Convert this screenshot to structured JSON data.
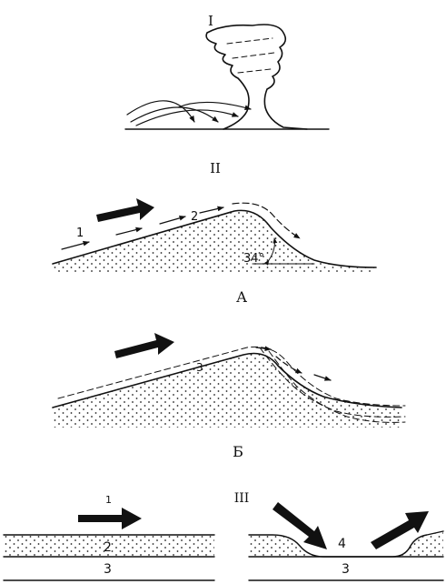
{
  "section_1": {
    "label": "I"
  },
  "section_2": {
    "label": "II",
    "label_1": "1",
    "label_2": "2",
    "angle": "34°",
    "caption_a": "А",
    "label_3": "3",
    "caption_b": "Б"
  },
  "section_3": {
    "label": "III",
    "label_1": "1",
    "label_2": "2",
    "label_3_left": "3",
    "label_4": "4",
    "label_3_right": "3"
  }
}
